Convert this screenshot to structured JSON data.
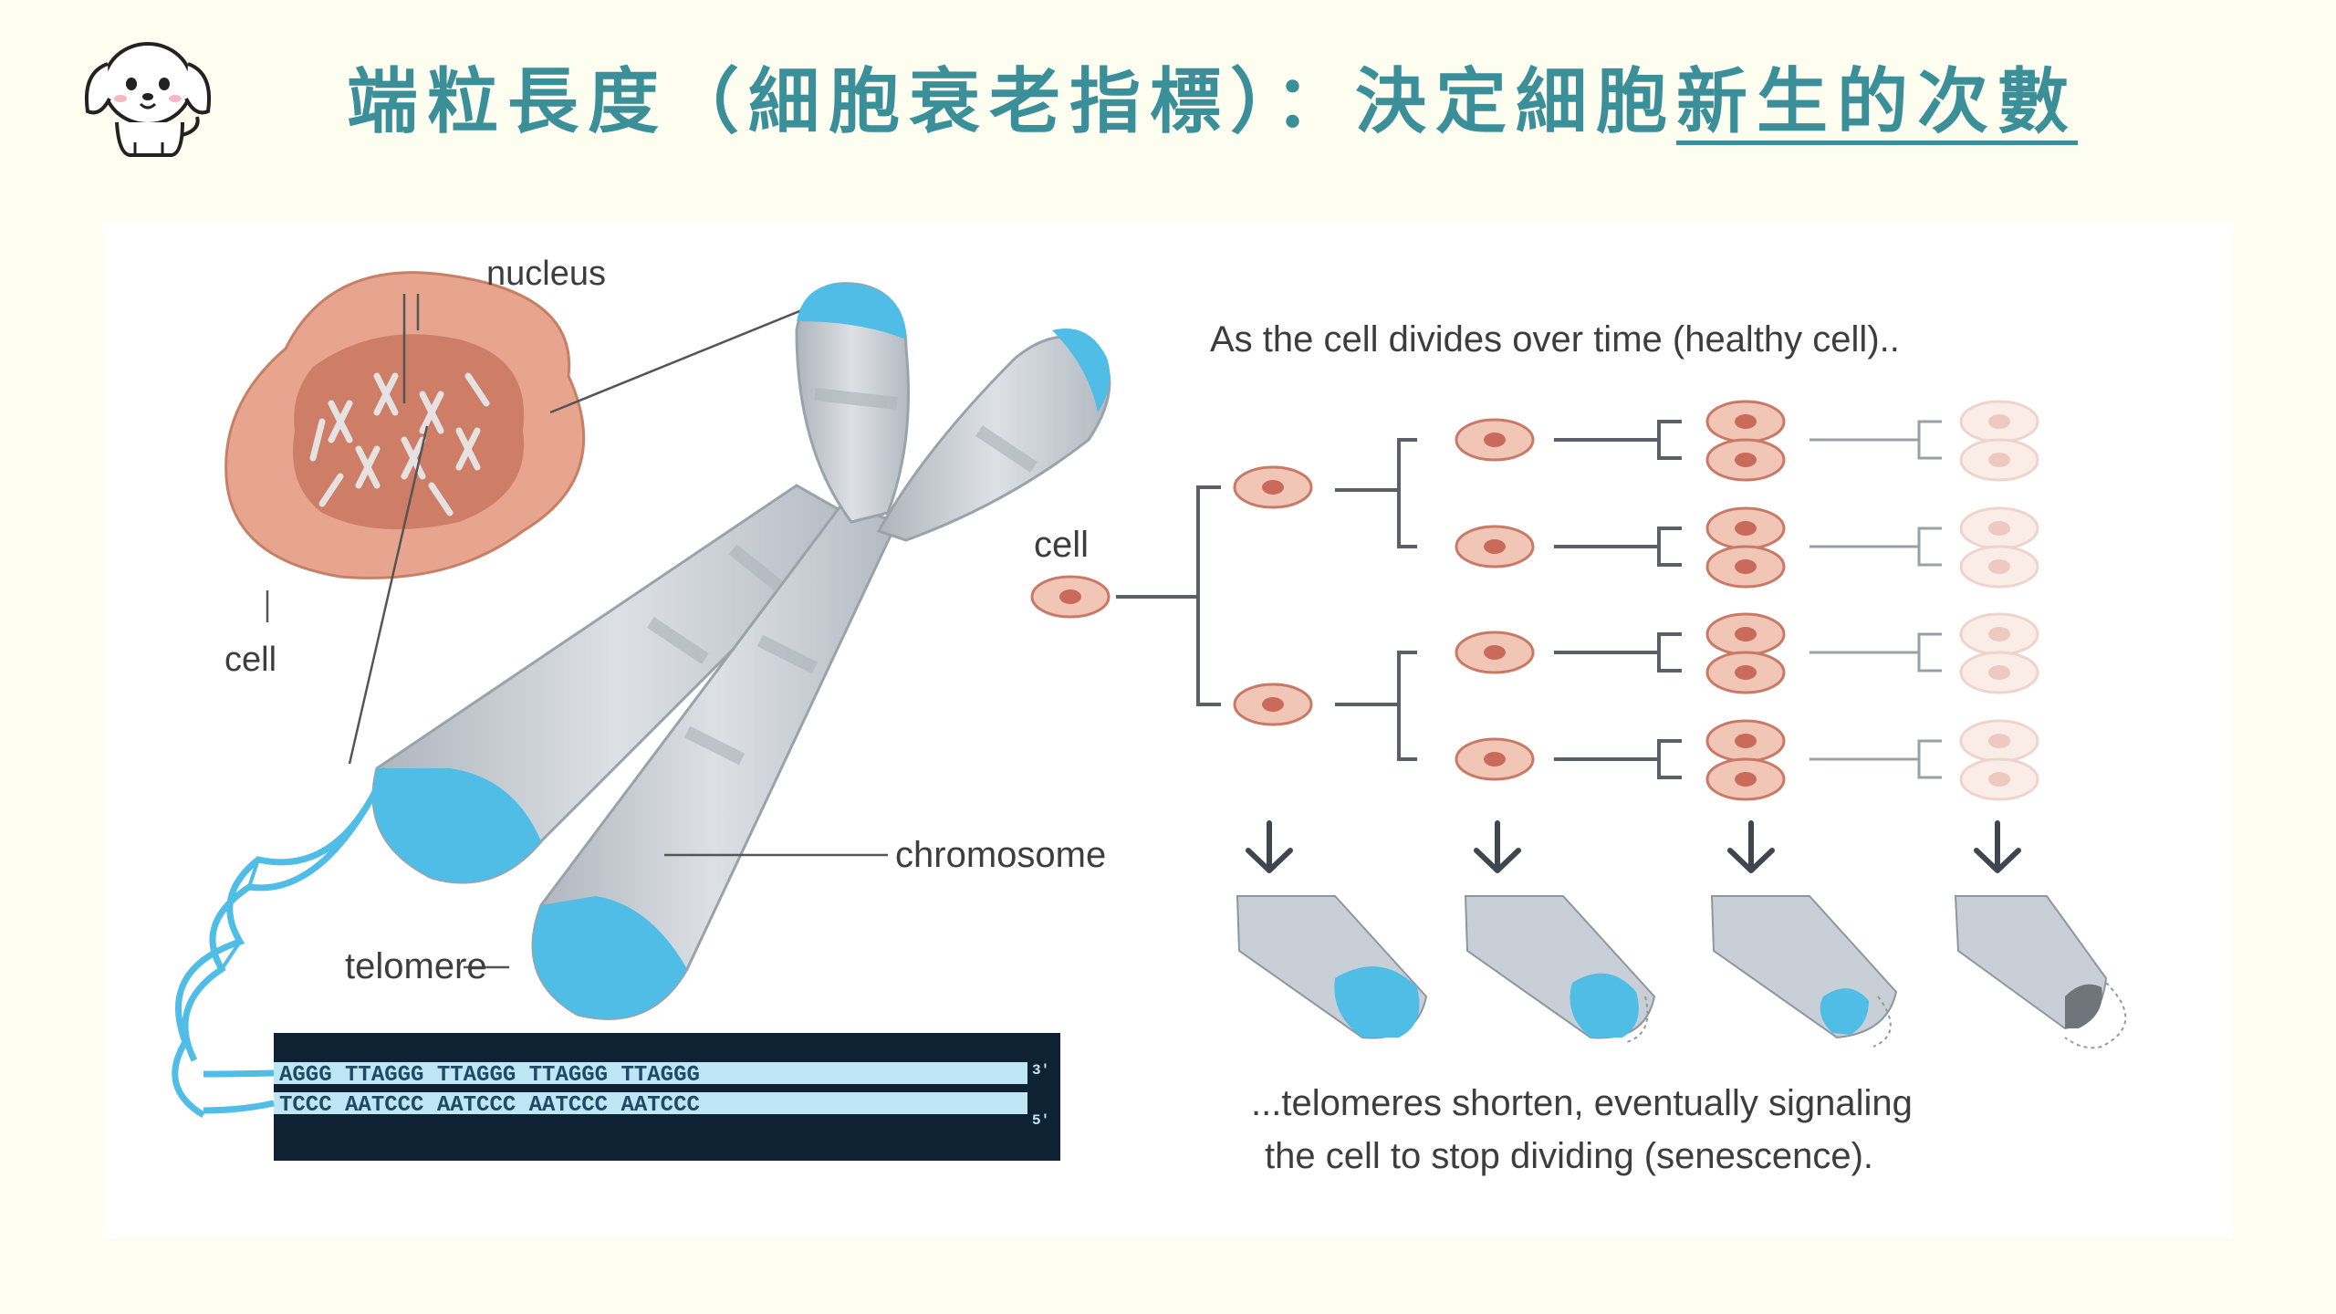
{
  "title": {
    "main": "端粒長度（細胞衰老指標）：決定細胞",
    "underlined": "新生的次數"
  },
  "diagram": {
    "labels": {
      "nucleus": "nucleus",
      "cell_left": "cell",
      "chromosome": "chromosome",
      "telomere": "telomere",
      "cell_right": "cell"
    },
    "divide_caption": "As the cell divides over time (healthy cell)..",
    "bottom_caption_1": "...telomeres shorten, eventually signaling",
    "bottom_caption_2": "the cell to stop dividing (senescence).",
    "dna_top": "AGGG TTAGGG TTAGGG TTAGGG TTAGGG",
    "dna_bottom": "TCCC AATCCC AATCCC AATCCC AATCCC",
    "dna_end_top": "3'",
    "dna_end_bottom": "5'"
  },
  "colors": {
    "title": "#3a8f98",
    "telomere": "#4fbde6",
    "chromosome": "#c9cfd6",
    "cell": "#e9a58e"
  }
}
